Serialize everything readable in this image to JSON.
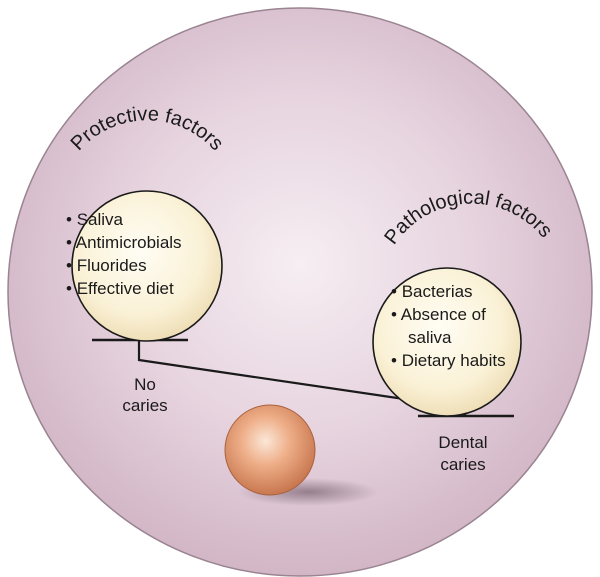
{
  "protective": {
    "title": "Protective factors",
    "items": [
      "Saliva",
      "Antimicrobials",
      "Fluorides",
      "Effective diet"
    ]
  },
  "pathological": {
    "title": "Pathological factors",
    "items": [
      "Bacterias",
      "Absence of",
      "saliva",
      "Dietary habits"
    ]
  },
  "outcome_left": [
    "No",
    "caries"
  ],
  "outcome_right": [
    "Dental",
    "caries"
  ],
  "colors": {
    "background_disc": "#e4d0dc",
    "factor_circle": "#fbf4dc",
    "fulcrum_ball": "#e8a07a",
    "lines": "#1a1a1a"
  }
}
